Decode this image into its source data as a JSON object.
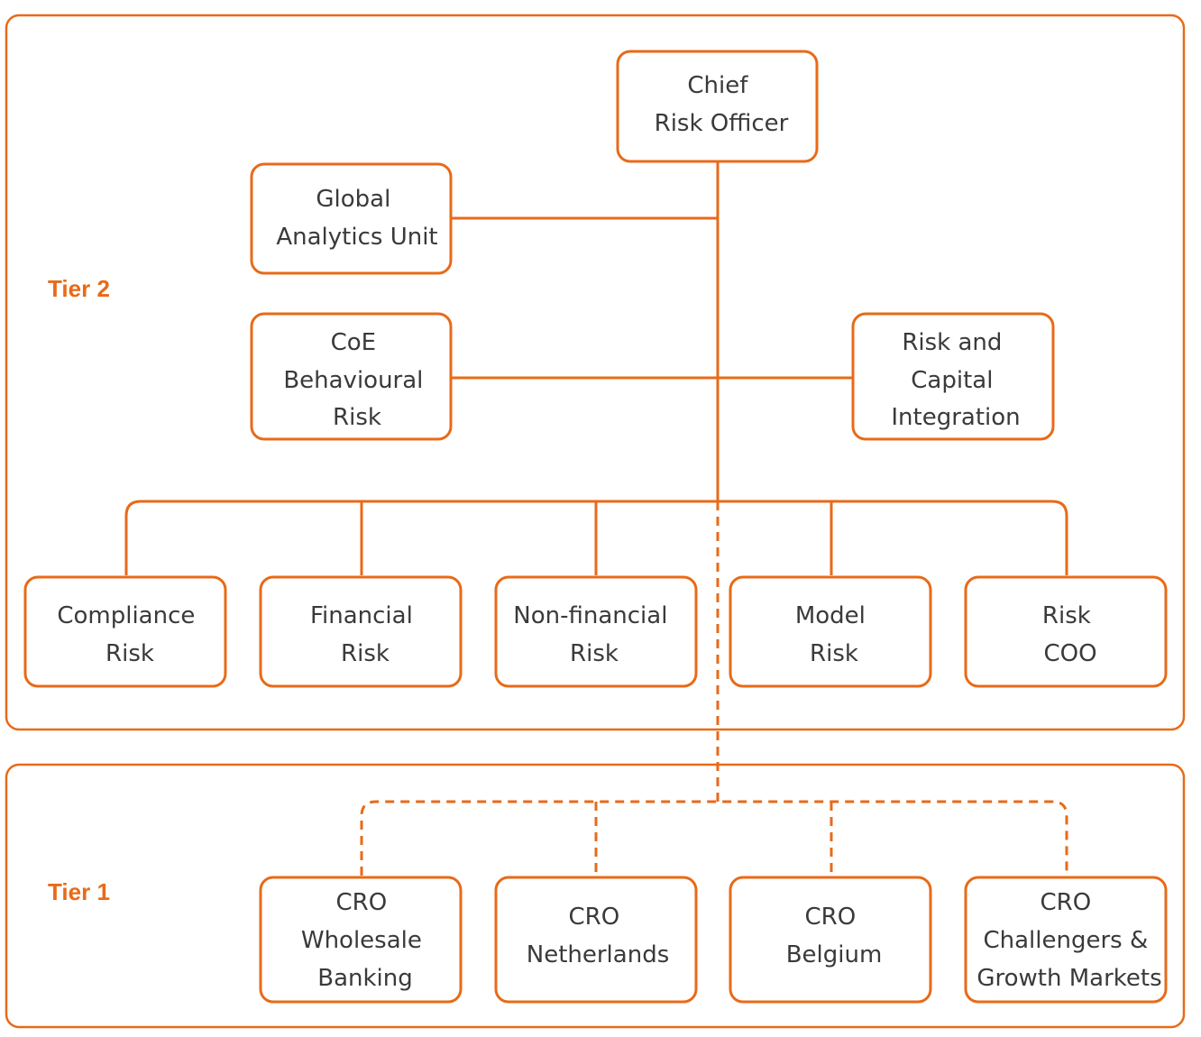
{
  "colors": {
    "accent": "#e86a18",
    "text": "#3a3a3a",
    "background": "#ffffff"
  },
  "tiers": {
    "tier2": {
      "label": "Tier 2"
    },
    "tier1": {
      "label": "Tier 1"
    }
  },
  "nodes": {
    "cro": {
      "lines": [
        "Chief",
        "Risk Officer"
      ]
    },
    "gau": {
      "lines": [
        "Global",
        "Analytics Unit"
      ]
    },
    "coe": {
      "lines": [
        "CoE",
        "Behavioural",
        "Risk"
      ]
    },
    "rci": {
      "lines": [
        "Risk and",
        "Capital",
        "Integration"
      ]
    },
    "compliance": {
      "lines": [
        "Compliance",
        "Risk"
      ]
    },
    "financial": {
      "lines": [
        "Financial",
        "Risk"
      ]
    },
    "nonfin": {
      "lines": [
        "Non-financial",
        "Risk"
      ]
    },
    "model": {
      "lines": [
        "Model",
        "Risk"
      ]
    },
    "coo": {
      "lines": [
        "Risk",
        "COO"
      ]
    },
    "cro_wb": {
      "lines": [
        "CRO",
        "Wholesale",
        "Banking"
      ]
    },
    "cro_nl": {
      "lines": [
        "CRO",
        "Netherlands"
      ]
    },
    "cro_be": {
      "lines": [
        "CRO",
        "Belgium"
      ]
    },
    "cro_cgm": {
      "lines": [
        "CRO",
        "Challengers &",
        "Growth Markets"
      ]
    }
  }
}
